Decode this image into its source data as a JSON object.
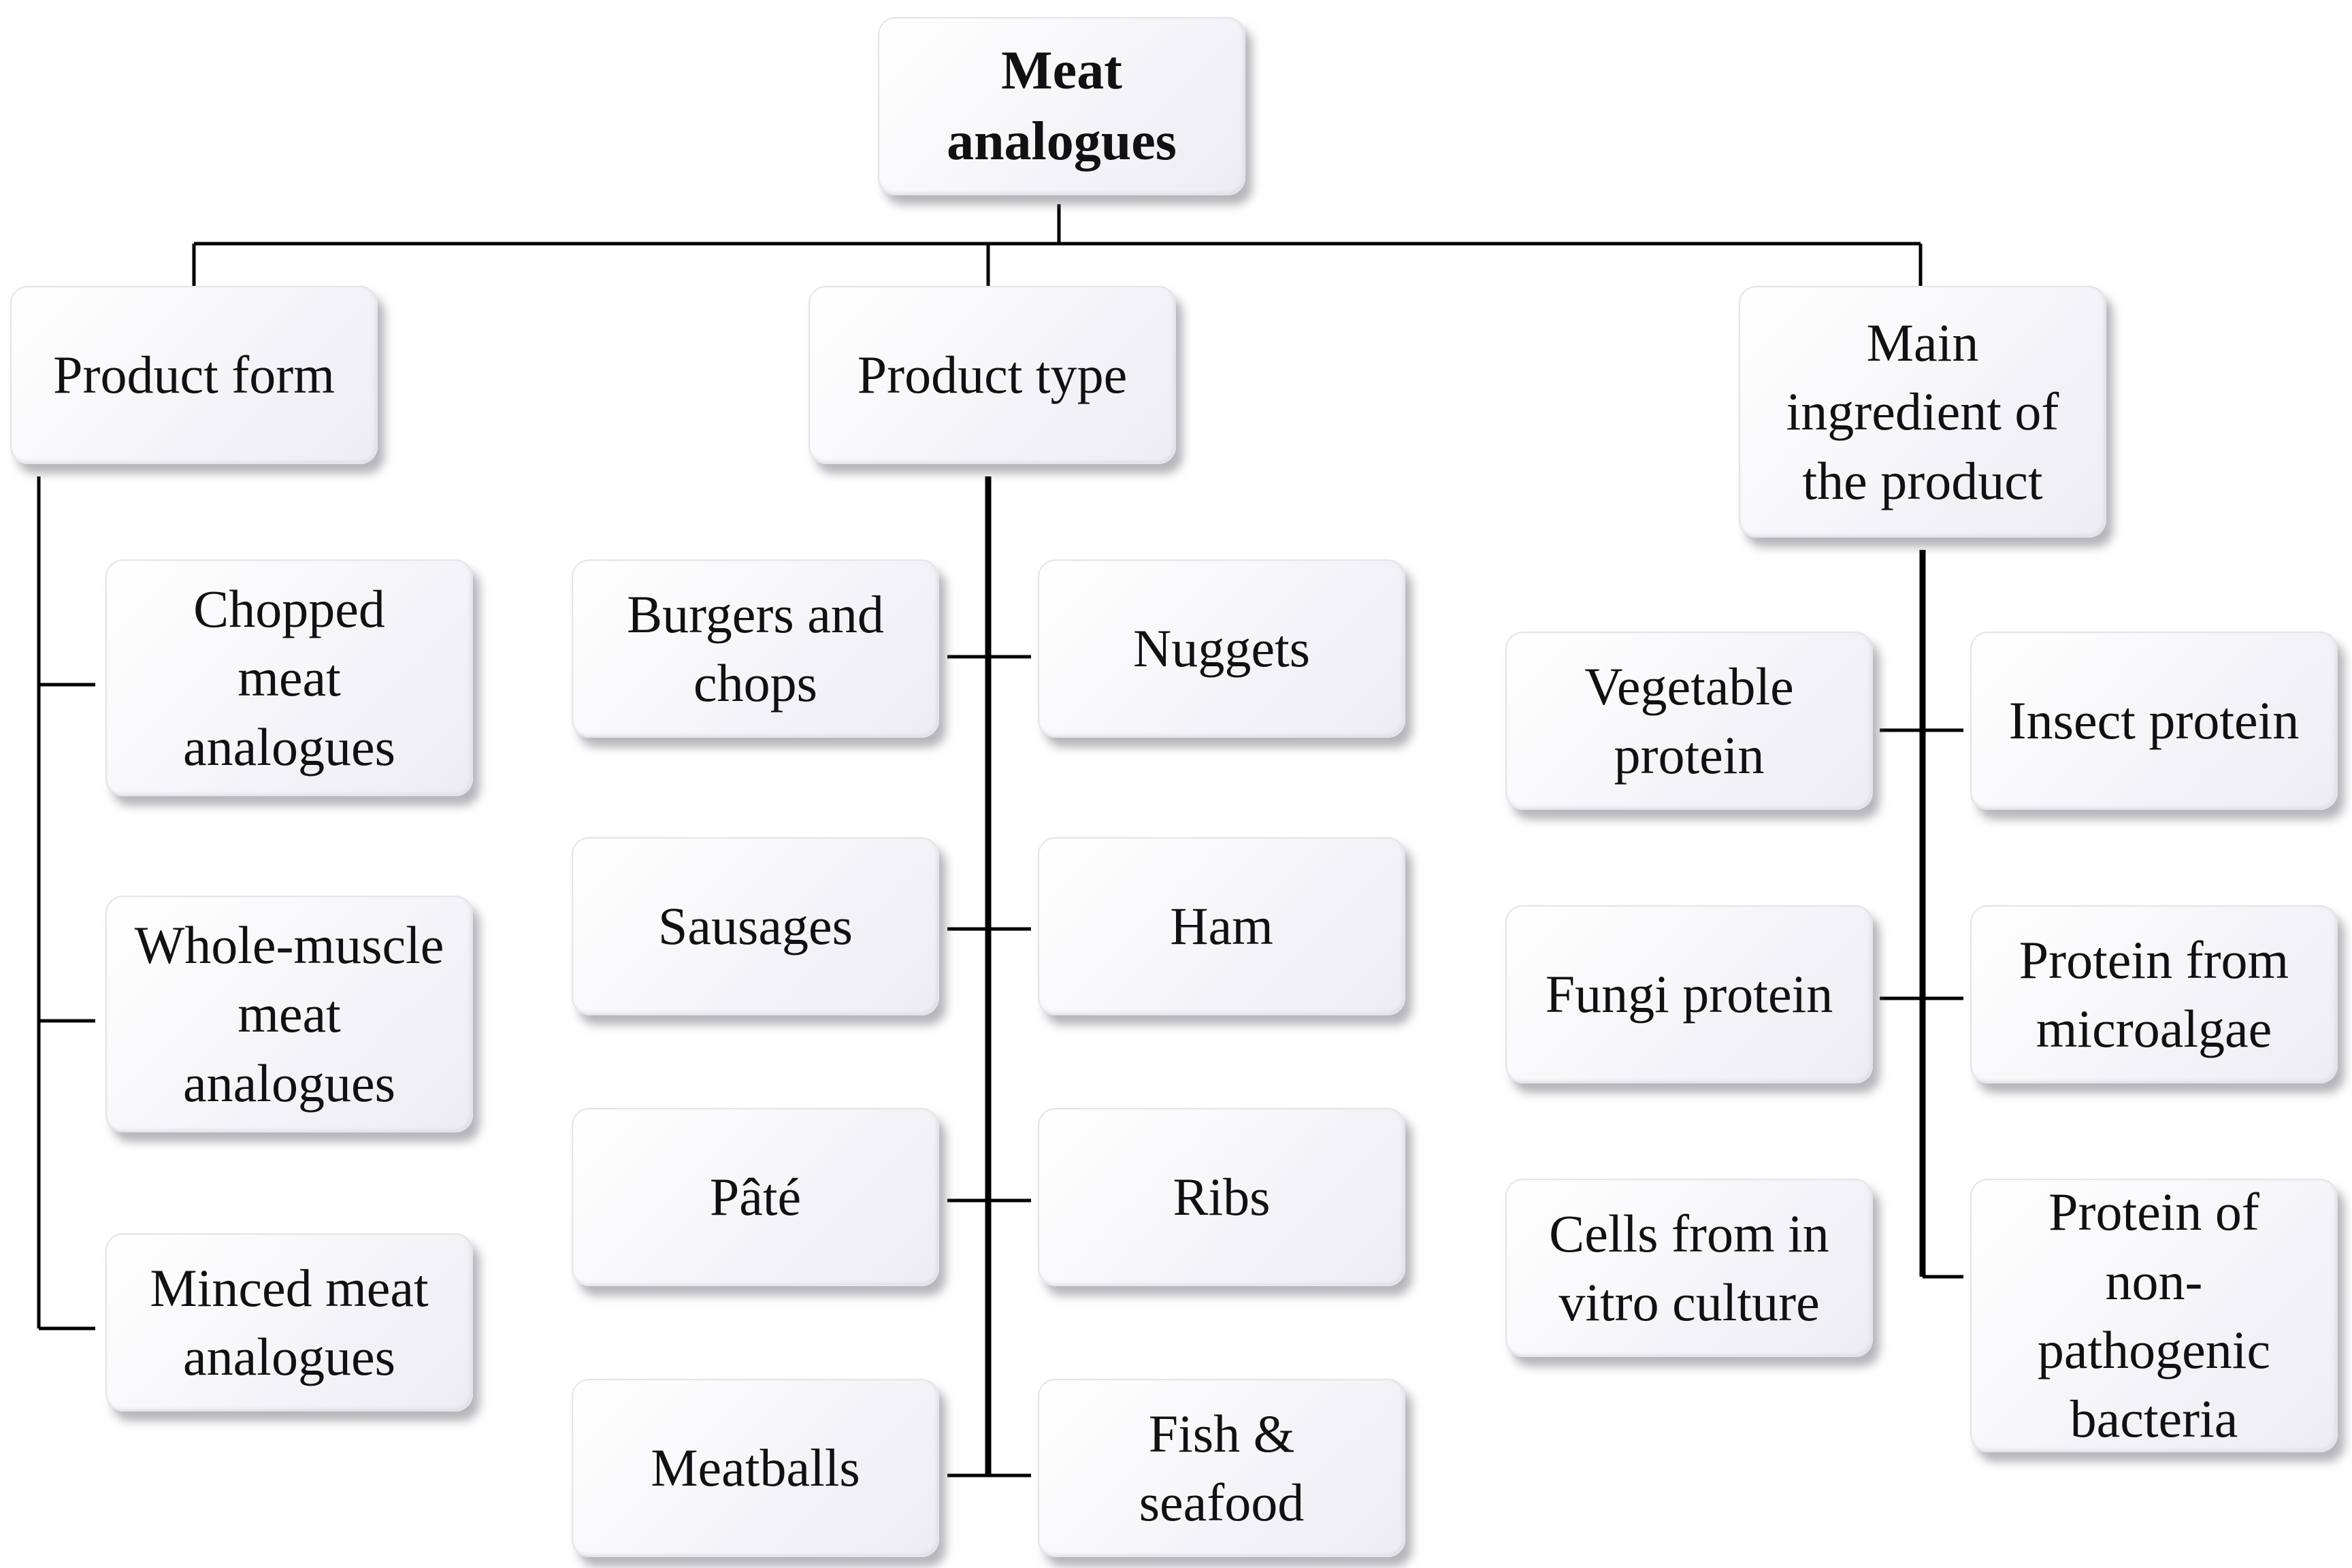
{
  "root": {
    "label": "Meat analogues"
  },
  "categories": {
    "product_form": {
      "label": "Product form",
      "items": [
        "Chopped meat analogues",
        "Whole-muscle meat analogues",
        "Minced meat analogues"
      ]
    },
    "product_type": {
      "label": "Product type",
      "left": [
        "Burgers and chops",
        "Sausages",
        "Pâté",
        "Meatballs"
      ],
      "right": [
        "Nuggets",
        "Ham",
        "Ribs",
        "Fish & seafood"
      ]
    },
    "main_ingredient": {
      "label": "Main ingredient of the product",
      "left": [
        "Vegetable protein",
        "Fungi protein",
        "Cells from in vitro culture"
      ],
      "right": [
        "Insect protein",
        "Protein from microalgae",
        "Protein of non-pathogenic bacteria"
      ]
    }
  }
}
